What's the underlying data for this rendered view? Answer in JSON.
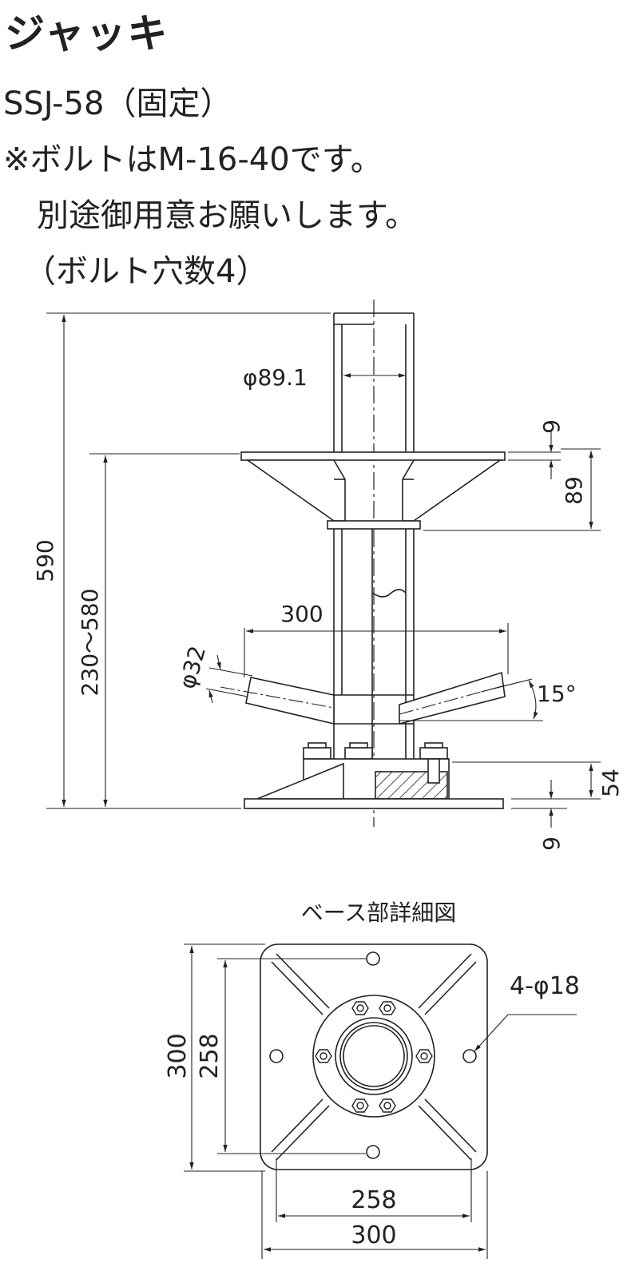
{
  "title": "ジャッキ",
  "spec": {
    "model": "SSJ-58（固定）",
    "note1": "※ボルトはM-16-40です。",
    "note2": "別途御用意お願いします。",
    "note3": "（ボルト穴数4）"
  },
  "side_view": {
    "dim_pipe_diameter": "φ89.1",
    "dim_plate_thickness_top": "9",
    "dim_cone_height": "89",
    "dim_total_height": "590",
    "dim_adjust_range": "230〜580",
    "dim_handle_span": "300",
    "dim_handle_diameter": "φ32",
    "dim_handle_angle": "15°",
    "dim_base_height": "54",
    "dim_plate_thickness_bottom": "9"
  },
  "base_detail": {
    "caption": "ベース部詳細図",
    "dim_hole": "4-φ18",
    "dim_outer_vertical": "300",
    "dim_inner_vertical": "258",
    "dim_inner_horizontal": "258",
    "dim_outer_horizontal": "300"
  }
}
